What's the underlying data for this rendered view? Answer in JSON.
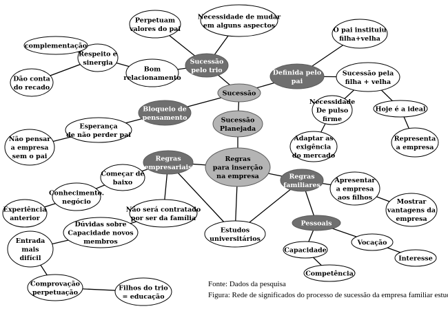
{
  "nodes": {
    "regras_insercao": {
      "lines": [
        "Regras",
        "para inserção",
        "na empresa"
      ],
      "style": "gray"
    },
    "sucessao_planejada": {
      "lines": [
        "Sucessão",
        "Planejada"
      ],
      "style": "gray"
    },
    "sucessao": {
      "lines": [
        "Sucessão"
      ],
      "style": "gray"
    },
    "sucessao_trio": {
      "lines": [
        "Sucessão",
        "pelo trio"
      ],
      "style": "dark"
    },
    "definida_pai": {
      "lines": [
        "Definida pelo",
        "pai"
      ],
      "style": "dark"
    },
    "bloqueio": {
      "lines": [
        "Bloqueio de",
        "pensamento"
      ],
      "style": "dark"
    },
    "regras_empresariais": {
      "lines": [
        "Regras",
        "empresariais"
      ],
      "style": "dark"
    },
    "regras_familiares": {
      "lines": [
        "Regras",
        "familiares"
      ],
      "style": "dark"
    },
    "pessoais": {
      "lines": [
        "Pessoais"
      ],
      "style": "dark"
    },
    "perpetuam": {
      "lines": [
        "Perpetuam",
        "valores do pai"
      ],
      "style": "white"
    },
    "necessidade_mudar": {
      "lines": [
        "Necessidade de mudar",
        "em alguns aspectos"
      ],
      "style": "white"
    },
    "bom_relacionamento": {
      "lines": [
        "Bom",
        "relacionamento"
      ],
      "style": "white"
    },
    "respeito": {
      "lines": [
        "Respeito e",
        "sinergia"
      ],
      "style": "white"
    },
    "complementacao": {
      "lines": [
        "complementação"
      ],
      "style": "white"
    },
    "dao_conta": {
      "lines": [
        "Dão conta",
        "do recado"
      ],
      "style": "white"
    },
    "pai_instituiu": {
      "lines": [
        "O pai instituiu",
        "filha+velha"
      ],
      "style": "white"
    },
    "sucessao_filha": {
      "lines": [
        "Sucessão pela",
        "filha + velha"
      ],
      "style": "white"
    },
    "necessidade_pulso": {
      "lines": [
        "Necessidade",
        "De pulso",
        "firme"
      ],
      "style": "white"
    },
    "hoje_ideal": {
      "lines": [
        "Hoje é a ideal"
      ],
      "style": "white"
    },
    "adaptar": {
      "lines": [
        "Adaptar as",
        "exigência",
        "do mercado"
      ],
      "style": "white"
    },
    "representa": {
      "lines": [
        "Representa",
        "a empresa"
      ],
      "style": "white"
    },
    "esperanca": {
      "lines": [
        "Esperança",
        "de não perder pai"
      ],
      "style": "white"
    },
    "nao_pensar": {
      "lines": [
        "Não pensar",
        "a empresa",
        "sem o pai"
      ],
      "style": "white"
    },
    "comecar_baixo": {
      "lines": [
        "Começar de",
        "baixo"
      ],
      "style": "white"
    },
    "conhecimento": {
      "lines": [
        "Conhecimento.",
        "negócio"
      ],
      "style": "white"
    },
    "experiencia": {
      "lines": [
        "Experiência",
        "anterior"
      ],
      "style": "white"
    },
    "nao_contratado": {
      "lines": [
        "Não será contratado",
        "por ser da família"
      ],
      "style": "white"
    },
    "estudos": {
      "lines": [
        "Estudos",
        "universitários"
      ],
      "style": "white"
    },
    "duvidas": {
      "lines": [
        "Dúvidas sobre",
        "Capacidade novos",
        "membros"
      ],
      "style": "white"
    },
    "entrada_dificil": {
      "lines": [
        "Entrada",
        "mais",
        "difícil"
      ],
      "style": "white"
    },
    "comprovacao": {
      "lines": [
        "Comprovação",
        "perpetuação"
      ],
      "style": "white"
    },
    "filhos_trio": {
      "lines": [
        "Filhos do trio",
        "= educação"
      ],
      "style": "white"
    },
    "apresentar": {
      "lines": [
        "Apresentar",
        "a empresa",
        "aos filhos"
      ],
      "style": "white"
    },
    "mostrar": {
      "lines": [
        "Mostrar",
        "vantagens da",
        "empresa"
      ],
      "style": "white"
    },
    "vocacao": {
      "lines": [
        "Vocação"
      ],
      "style": "white"
    },
    "interesse": {
      "lines": [
        "Interesse"
      ],
      "style": "white"
    },
    "capacidade": {
      "lines": [
        "Capacidade"
      ],
      "style": "white"
    },
    "competencia": {
      "lines": [
        "Competência"
      ],
      "style": "white"
    }
  },
  "edges": [
    [
      "regras_insercao",
      "sucessao_planejada"
    ],
    [
      "sucessao_planejada",
      "sucessao"
    ],
    [
      "sucessao",
      "sucessao_trio"
    ],
    [
      "sucessao",
      "definida_pai"
    ],
    [
      "sucessao",
      "bloqueio"
    ],
    [
      "sucessao_trio",
      "perpetuam"
    ],
    [
      "sucessao_trio",
      "necessidade_mudar"
    ],
    [
      "sucessao_trio",
      "bom_relacionamento"
    ],
    [
      "bom_relacionamento",
      "respeito"
    ],
    [
      "respeito",
      "complementacao"
    ],
    [
      "respeito",
      "dao_conta"
    ],
    [
      "definida_pai",
      "pai_instituiu"
    ],
    [
      "definida_pai",
      "sucessao_filha"
    ],
    [
      "sucessao_filha",
      "necessidade_pulso"
    ],
    [
      "sucessao_filha",
      "hoje_ideal"
    ],
    [
      "necessidade_pulso",
      "adaptar"
    ],
    [
      "hoje_ideal",
      "representa"
    ],
    [
      "bloqueio",
      "esperanca"
    ],
    [
      "esperanca",
      "nao_pensar"
    ],
    [
      "regras_insercao",
      "regras_empresariais"
    ],
    [
      "regras_insercao",
      "regras_familiares"
    ],
    [
      "regras_insercao",
      "estudos"
    ],
    [
      "regras_empresariais",
      "comecar_baixo"
    ],
    [
      "regras_empresariais",
      "nao_contratado"
    ],
    [
      "regras_empresariais",
      "estudos"
    ],
    [
      "comecar_baixo",
      "conhecimento"
    ],
    [
      "conhecimento",
      "experiencia"
    ],
    [
      "nao_contratado",
      "duvidas"
    ],
    [
      "duvidas",
      "entrada_dificil"
    ],
    [
      "entrada_dificil",
      "comprovacao"
    ],
    [
      "comprovacao",
      "filhos_trio"
    ],
    [
      "regras_familiares",
      "estudos"
    ],
    [
      "regras_familiares",
      "apresentar"
    ],
    [
      "regras_familiares",
      "pessoais"
    ],
    [
      "apresentar",
      "mostrar"
    ],
    [
      "pessoais",
      "vocacao"
    ],
    [
      "vocacao",
      "interesse"
    ],
    [
      "pessoais",
      "capacidade"
    ],
    [
      "capacidade",
      "competencia"
    ]
  ],
  "caption": {
    "source": "Fonte: Dados da pesquisa",
    "figure": "Figura: Rede de significados do processo de sucessão da empresa familiar estudada"
  },
  "colors": {
    "dark_fill": "#6f6f6f",
    "gray_fill": "#b4b4b4",
    "white_fill": "#ffffff",
    "stroke": "#000000",
    "dark_text": "#ffffff",
    "light_text": "#000000"
  }
}
